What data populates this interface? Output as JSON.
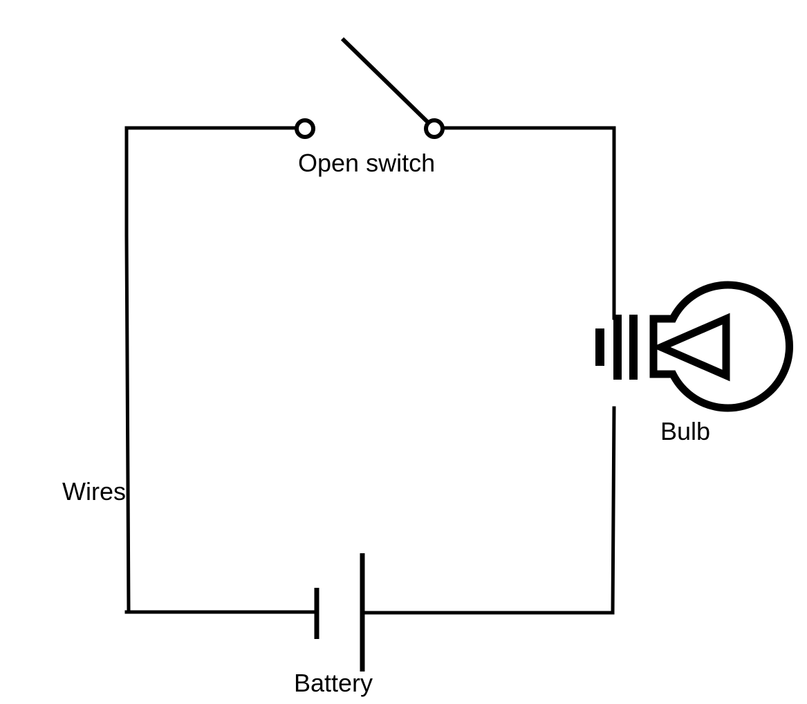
{
  "labels": {
    "switch": "Open switch",
    "bulb": "Bulb",
    "wires": "Wires",
    "battery": "Battery"
  },
  "colors": {
    "stroke": "#000000",
    "background": "#ffffff"
  }
}
